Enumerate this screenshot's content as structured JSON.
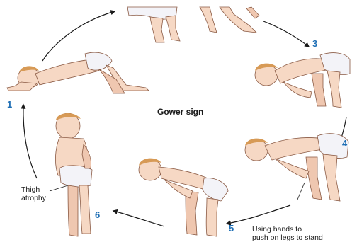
{
  "title": "Gower sign",
  "steps": [
    "1",
    "3",
    "4",
    "5",
    "6"
  ],
  "annotations": {
    "thigh_line1": "Thigh",
    "thigh_line2": "atrophy",
    "hands_line1": "Using hands to",
    "hands_line2": "push on legs to stand"
  },
  "colors": {
    "skin": "#f6d8c4",
    "skin_shadow": "#e8b79c",
    "hair": "#d79a56",
    "diaper": "#f3f3f8",
    "outline": "#8a5a44",
    "arrow": "#1a1a1a",
    "step_number": "#1f6fb5"
  }
}
